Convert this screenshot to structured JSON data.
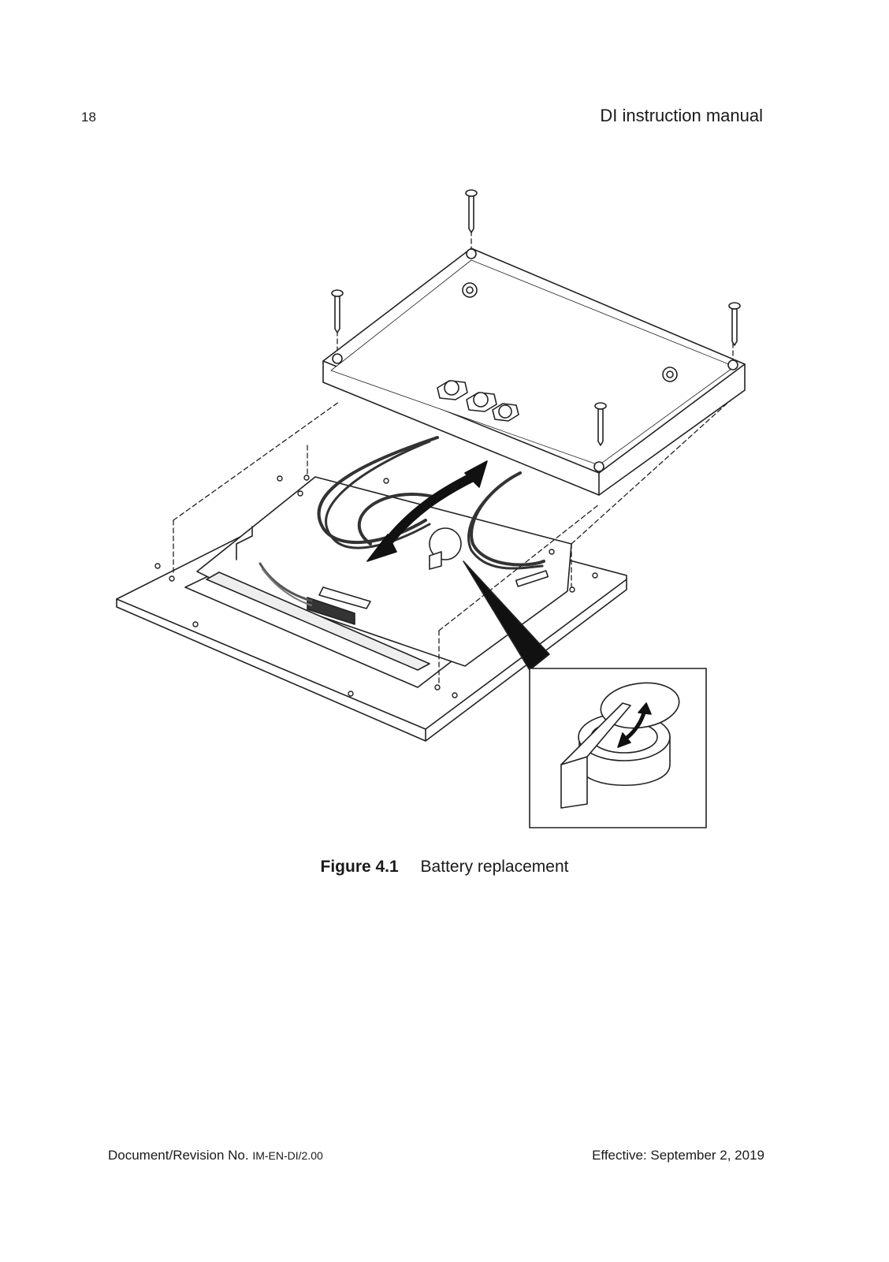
{
  "header": {
    "page_number": "18",
    "title": "DI instruction manual"
  },
  "figure": {
    "label": "Figure 4.1",
    "caption": "Battery replacement"
  },
  "footer": {
    "doc_prefix": "Document/Revision No.",
    "doc_number": "IM-EN-DI/2.00",
    "effective": "Effective: September 2, 2019"
  }
}
